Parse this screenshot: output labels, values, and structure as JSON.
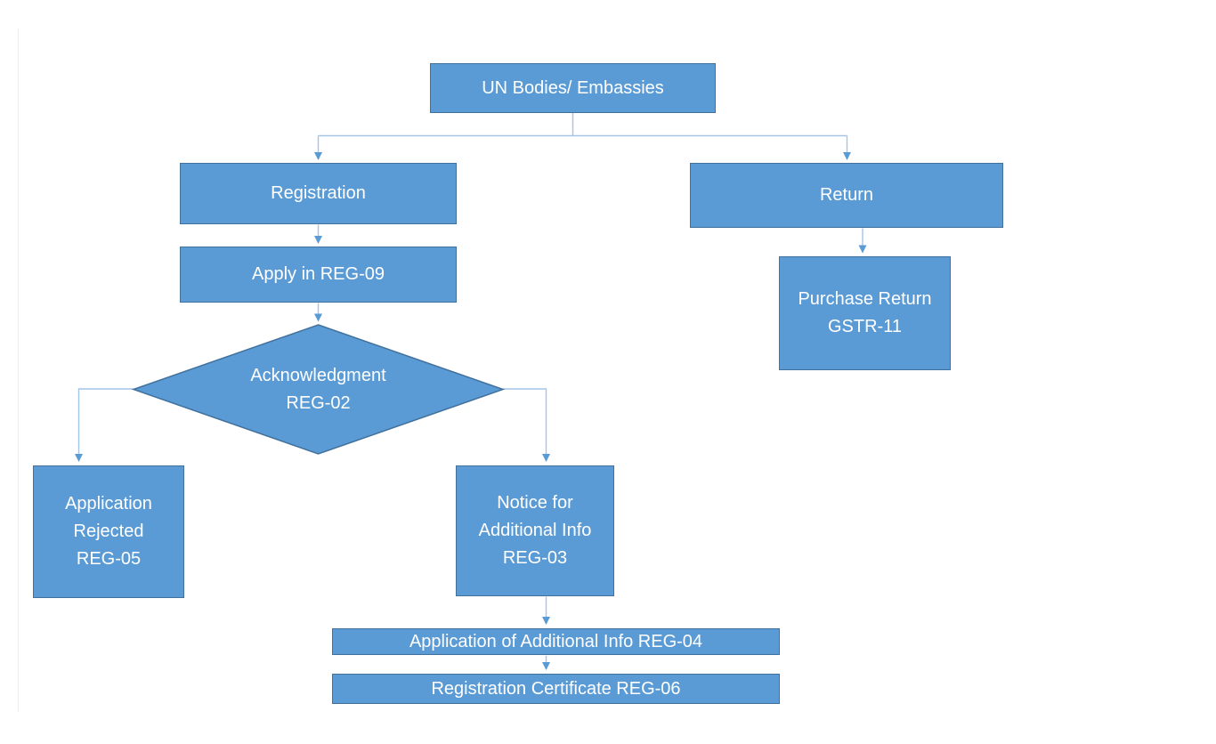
{
  "title": "UN Bodies / Embassies GST process flowchart",
  "palette": {
    "node_fill": "#5B9BD5",
    "node_border": "#41719C",
    "connector": "#A4C4E8",
    "arrowhead": "#5B9BD5",
    "text_color": "#FFFFFF",
    "background": "#FFFFFF"
  },
  "nodes": {
    "root": {
      "label": "UN Bodies/ Embassies"
    },
    "registration": {
      "label": "Registration"
    },
    "return": {
      "label": "Return"
    },
    "apply_reg09": {
      "label": "Apply in REG-09"
    },
    "purchase_return": {
      "label": "Purchase Return\nGSTR-11"
    },
    "acknowledgment": {
      "label": "Acknowledgment\nREG-02"
    },
    "application_rejected": {
      "label": "Application\nRejected\nREG-05"
    },
    "notice_additional_info": {
      "label": "Notice for\nAdditional Info\nREG-03"
    },
    "application_additional_info": {
      "label": "Application of Additional Info REG-04"
    },
    "registration_certificate": {
      "label": "Registration Certificate REG-06"
    }
  }
}
